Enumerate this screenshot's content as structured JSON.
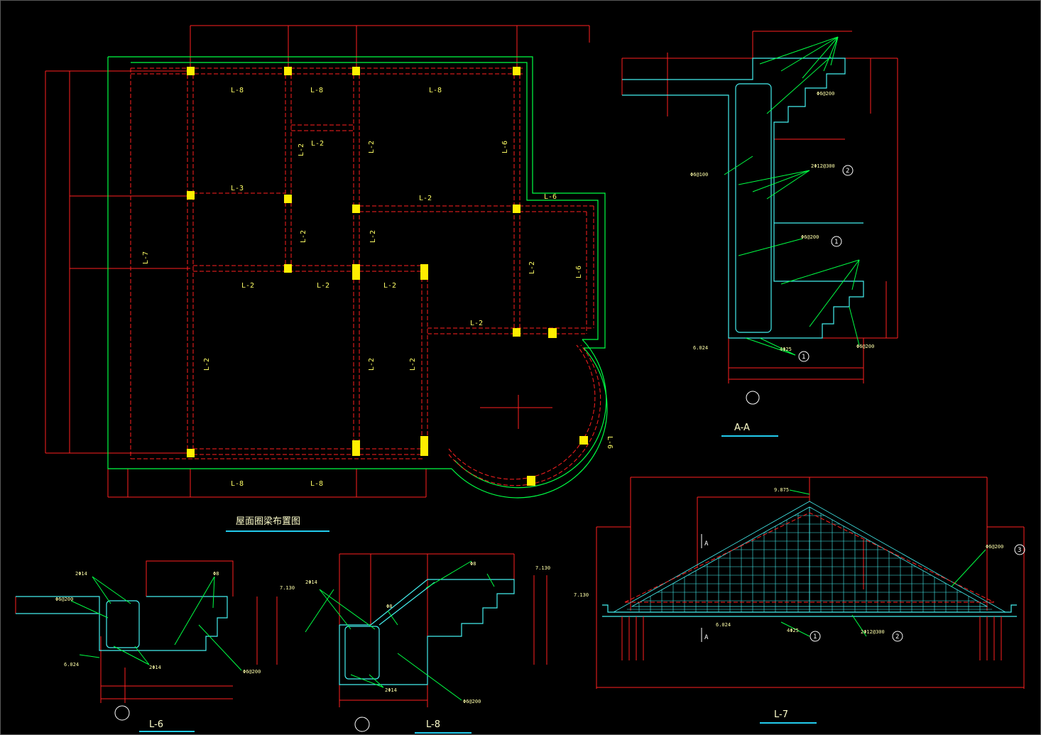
{
  "plan": {
    "title": "屋面圈梁布置图",
    "beam_labels": {
      "l8": "L-8",
      "l2": "L-2",
      "l3": "L-3",
      "l6": "L-6",
      "l7": "L-7"
    }
  },
  "section_aa": {
    "title": "A-A",
    "annotations": {
      "phi6_200": "Φ6@200",
      "phi6_100": "Φ6@100",
      "two_phi12": "2Φ12@300",
      "four_phi25": "4Φ25",
      "level": "6.024",
      "callout_1": "1",
      "callout_2": "2"
    }
  },
  "section_l6": {
    "title": "L-6",
    "annotations": {
      "top_bars": "2Φ14",
      "stirrup": "Φ6@200",
      "bottom_bars": "2Φ14",
      "bar_phi8": "Φ8",
      "level_top": "7.130",
      "level_bottom": "6.024"
    }
  },
  "section_l8": {
    "title": "L-8",
    "annotations": {
      "top_bars": "2Φ14",
      "bar_phi8": "Φ8",
      "bottom_bars": "2Φ14",
      "stirrup": "Φ6@200",
      "level_top": "7.130"
    }
  },
  "elevation_l7": {
    "title": "L-7",
    "annotations": {
      "ridge_level": "9.875",
      "eave_level": "7.130",
      "base_level": "6.024",
      "stirrup": "Φ6@200",
      "bars_1": "4Φ25",
      "bars_2": "2Φ12@300",
      "section_mark": "A",
      "callout_1": "1",
      "callout_2": "2",
      "callout_3": "3"
    }
  },
  "colors": {
    "background": "#000000",
    "dimension": "#ff2020",
    "wall": "#00ff44",
    "column": "#ffee00",
    "rebar": "#44eeee",
    "title_underline": "#22ccee"
  }
}
